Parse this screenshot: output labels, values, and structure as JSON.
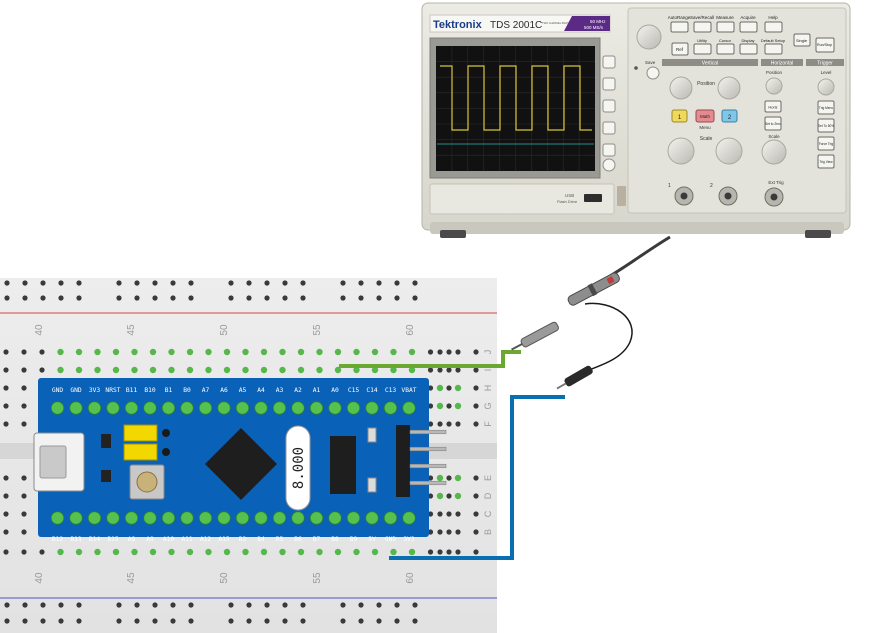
{
  "oscilloscope": {
    "brand": "Tektronix",
    "model": "TDS 2001C",
    "model_subtitle": "TWO CHANNEL DIGITAL STORAGE OSCILLOSCOPE",
    "spec_bandwidth": "50 MHz",
    "spec_sample_rate": "500 MS/s",
    "buttons_row1": [
      "AutoRange",
      "Save/Recall",
      "Measure",
      "Acquire",
      "Help"
    ],
    "buttons_row2": [
      "Utility",
      "Cursor",
      "Display",
      "Default Setup"
    ],
    "single_label": "Single",
    "run_stop_label": "Run/Stop",
    "ref_label": "Ref",
    "save_label": "Save",
    "section_vertical": "Vertical",
    "section_horizontal": "Horizontal",
    "section_trigger": "Trigger",
    "position_label": "Position",
    "horiz_position_label": "Position",
    "level_label": "Level",
    "ch1_label": "1",
    "math_label": "Math",
    "menu_label": "Menu",
    "ch2_label": "2",
    "scale_label": "Scale",
    "horiz_scale_label": "Scale",
    "horiz_label": "Horiz",
    "set_to_zero_label": "Set to Zero",
    "trig_menu_label": "Trig Menu",
    "set_to_50_label": "Set To 50%",
    "force_trig_label": "Force Trig",
    "trig_view_label": "Trig View",
    "input1_label": "1",
    "input2_label": "2",
    "ext_trig_label": "Ext Trig",
    "usb_label": "USB",
    "flash_drive_label": "Flash Drive",
    "wave_color": "#d9c23a"
  },
  "breadboard": {
    "column_numbers_top": [
      "40",
      "45",
      "50",
      "55",
      "60"
    ],
    "column_numbers_bottom": [
      "40",
      "45",
      "50",
      "55",
      "60"
    ],
    "row_letters_upper": [
      "J",
      "I",
      "H",
      "G",
      "F"
    ],
    "row_letters_lower": [
      "E",
      "D",
      "C",
      "B"
    ]
  },
  "stm32_board": {
    "top_pins": [
      "GND",
      "GND",
      "3V3",
      "NRST",
      "B11",
      "B10",
      "B1",
      "B0",
      "A7",
      "A6",
      "A5",
      "A4",
      "A3",
      "A2",
      "A1",
      "A0",
      "C15",
      "C14",
      "C13",
      "VBAT"
    ],
    "bottom_pins": [
      "B12",
      "B13",
      "B14",
      "B15",
      "A8",
      "A9",
      "A10",
      "A11",
      "A12",
      "A15",
      "B3",
      "B4",
      "B5",
      "B6",
      "B7",
      "B8",
      "B9",
      "5V",
      "GND",
      "3V3"
    ],
    "crystal_label": "8.000",
    "board_color": "#0a62b8"
  },
  "wires": {
    "probe_wire_color": "#6aa832",
    "ground_wire_color": "#0a6fb0"
  }
}
